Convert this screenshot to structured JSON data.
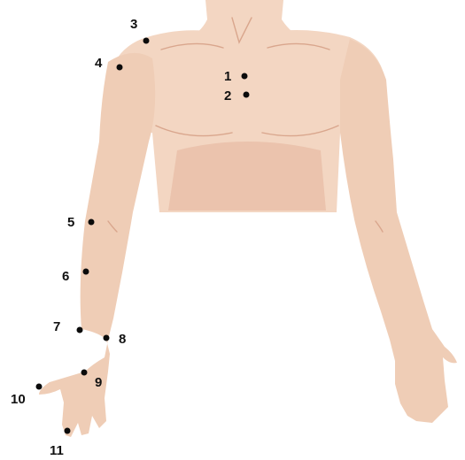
{
  "figure": {
    "points": [
      {
        "id": "point-1",
        "label": "1"
      },
      {
        "id": "point-2",
        "label": "2"
      },
      {
        "id": "point-3",
        "label": "3"
      },
      {
        "id": "point-4",
        "label": "4"
      },
      {
        "id": "point-5",
        "label": "5"
      },
      {
        "id": "point-6",
        "label": "6"
      },
      {
        "id": "point-7",
        "label": "7"
      },
      {
        "id": "point-8",
        "label": "8"
      },
      {
        "id": "point-9",
        "label": "9"
      },
      {
        "id": "point-10",
        "label": "10"
      },
      {
        "id": "point-11",
        "label": "11"
      }
    ]
  }
}
